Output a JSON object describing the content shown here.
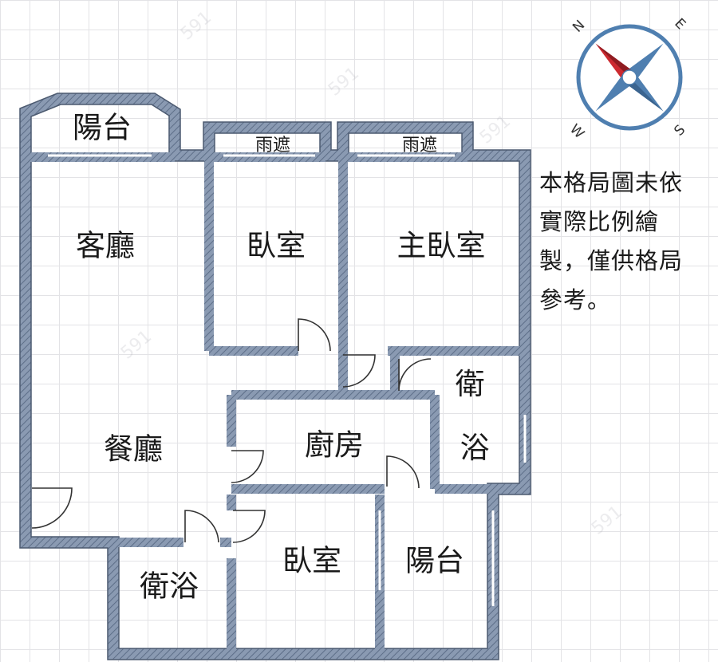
{
  "rooms": {
    "balcony_top": "陽台",
    "awning_1": "雨遮",
    "awning_2": "雨遮",
    "living_room": "客廳",
    "bedroom_1": "臥室",
    "master_bedroom": "主臥室",
    "bathroom_right": "衛\n浴",
    "kitchen": "廚房",
    "dining_room": "餐廳",
    "bathroom_left": "衛浴",
    "bedroom_2": "臥室",
    "balcony_bottom": "陽台"
  },
  "compass": {
    "north": "N",
    "east": "E",
    "south": "S",
    "west": "W"
  },
  "note": {
    "lines": [
      "本格局圖未依",
      "實際比例繪",
      "製，僅供格局",
      "參考。"
    ]
  },
  "watermark": "591",
  "colors": {
    "wall_outer": "#6c7e99",
    "wall_inner": "#e7ecf3",
    "floor": "#ffffff",
    "compass_blue": "#4f7fb0",
    "compass_red": "#cc2a30"
  }
}
